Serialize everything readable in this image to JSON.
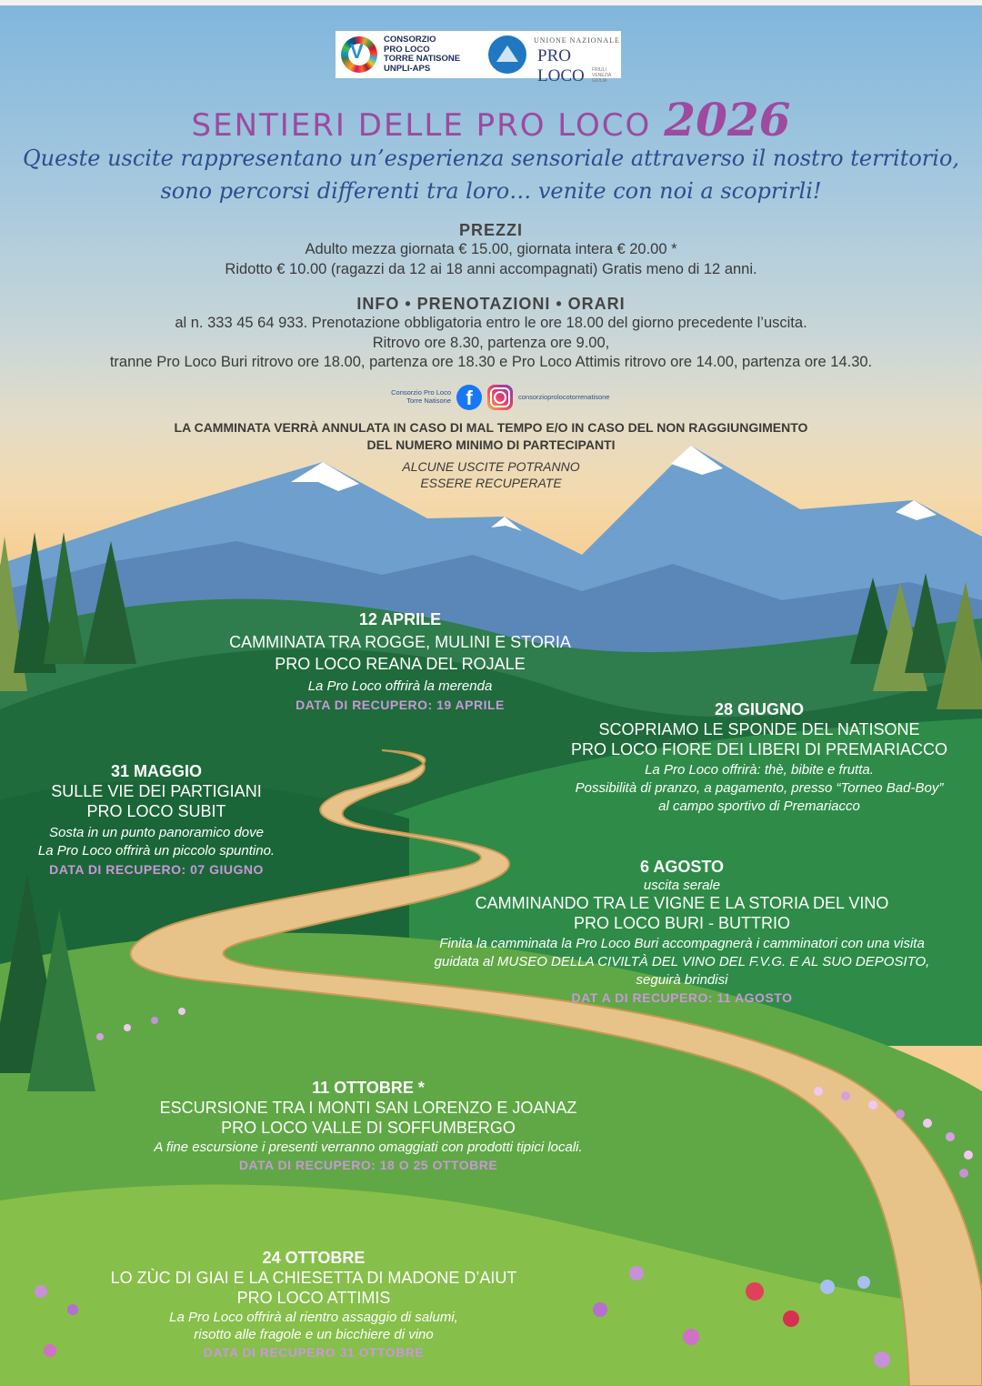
{
  "colors": {
    "title": "#9c4a9e",
    "subtitle": "#2d4e8e",
    "recovery": "#c898d8"
  },
  "logos": {
    "consorzio_lines": [
      "CONSORZIO",
      "PRO LOCO",
      "TORRE NATISONE",
      "UNPLI-APS"
    ],
    "unione_top": "UNIONE NAZIONALE",
    "unione_main": "PRO LOCO",
    "unione_region": "FRIULI VENEZIA GIULIA"
  },
  "title": {
    "main": "SENTIERI DELLE PRO LOCO",
    "year": "2026"
  },
  "subtitle": [
    "Queste uscite rappresentano un’esperienza sensoriale attraverso il nostro territorio,",
    "sono percorsi differenti tra loro… venite con noi a scoprirli!"
  ],
  "prices": {
    "heading": "PREZZI",
    "lines": [
      "Adulto mezza giornata  € 15.00, giornata intera € 20.00 *",
      "Ridotto € 10.00 (ragazzi da 12 ai 18 anni accompagnati) Gratis meno di 12 anni."
    ]
  },
  "info": {
    "heading": "INFO • PRENOTAZIONI • ORARI",
    "lines": [
      "al n. 333 45 64 933. Prenotazione obbligatoria entro le ore 18.00 del giorno precedente l’uscita.",
      "Ritrovo ore 8.30, partenza ore 9.00,",
      "tranne Pro Loco Buri ritrovo ore 18.00, partenza ore 18.30 e Pro Loco Attimis ritrovo ore 14.00, partenza ore 14.30."
    ]
  },
  "social": {
    "page_name": [
      "Consorzio Pro Loco",
      "Torre Natisone"
    ],
    "handle": "consorzioprolocotorrenatisone",
    "icons": [
      "facebook-icon",
      "instagram-icon"
    ]
  },
  "warning": {
    "lines": [
      "LA CAMMINATA VERRÀ ANNULATA IN CASO DI MAL TEMPO E/O IN CASO DEL NON RAGGIUNGIMENTO",
      "DEL NUMERO MINIMO DI PARTECIPANTI"
    ],
    "note": [
      "ALCUNE USCITE POTRANNO",
      "ESSERE RECUPERATE"
    ]
  },
  "events": [
    {
      "date": "12 APRILE",
      "lines": [
        "CAMMINATA TRA ROGGE, MULINI E STORIA",
        "PRO LOCO REANA DEL ROJALE"
      ],
      "notes": [
        "La Pro Loco offrirà la merenda"
      ],
      "recovery": "DATA DI RECUPERO: 19 APRILE"
    },
    {
      "date": "28 GIUGNO",
      "lines": [
        "SCOPRIAMO LE SPONDE DEL NATISONE",
        "PRO LOCO FIORE DEI LIBERI DI PREMARIACCO"
      ],
      "notes": [
        "La Pro Loco offrirà: thè, bibite e frutta.",
        "Possibilità di pranzo, a pagamento, presso “Torneo Bad-Boy”",
        "al campo sportivo di Premariacco"
      ],
      "recovery": ""
    },
    {
      "date": "31 MAGGIO",
      "lines": [
        "SULLE VIE DEI PARTIGIANI",
        "PRO LOCO SUBIT"
      ],
      "notes": [
        "Sosta in un punto panoramico dove",
        "La Pro Loco offrirà un piccolo spuntino."
      ],
      "recovery": "DATA DI RECUPERO: 07 GIUGNO"
    },
    {
      "date": "6 AGOSTO",
      "pre": "uscita serale",
      "lines": [
        "CAMMINANDO TRA LE VIGNE E LA STORIA DEL VINO",
        "PRO LOCO BURI - BUTTRIO"
      ],
      "notes": [
        "Finita la camminata la Pro Loco Buri accompagnerà i camminatori con una visita",
        "guidata al MUSEO DELLA CIVILTÀ DEL VINO DEL F.V.G. E AL SUO DEPOSITO,",
        "seguirà brindisi"
      ],
      "recovery": "DAT A DI RECUPERO: 11 AGOSTO"
    },
    {
      "date": "11 OTTOBRE *",
      "lines": [
        "ESCURSIONE TRA I MONTI SAN LORENZO E JOANAZ",
        "PRO LOCO VALLE DI SOFFUMBERGO"
      ],
      "notes": [
        "A fine escursione i presenti verranno omaggiati con prodotti tipici locali."
      ],
      "recovery": "DATA DI RECUPERO: 18 O 25 OTTOBRE"
    },
    {
      "date": "24 OTTOBRE",
      "lines": [
        "LO ZÙC DI GIAI E LA CHIESETTA DI MADONE D’AIUT",
        "PRO LOCO ATTIMIS"
      ],
      "notes": [
        "La Pro Loco offrirà al rientro assaggio di salumi,",
        "risotto alle fragole e un bicchiere di vino"
      ],
      "recovery": "DATA DI RECUPERO 31 OTTOBRE"
    }
  ]
}
